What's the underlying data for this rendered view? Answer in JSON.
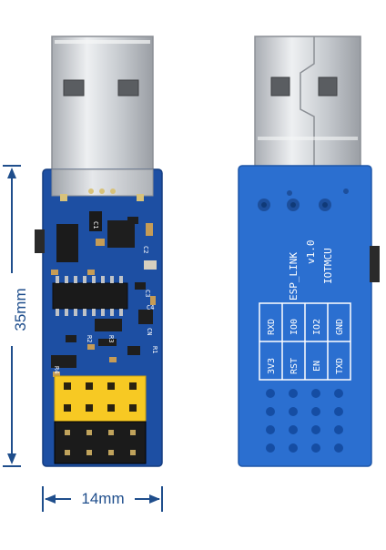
{
  "dimensions": {
    "height": "35mm",
    "width": "14mm"
  },
  "front_board": {
    "silkscreen": [
      "C1",
      "C2",
      "C3",
      "C4",
      "R1",
      "R2",
      "R3",
      "R4",
      "CN",
      "C3"
    ]
  },
  "back_board": {
    "title_lines": [
      "ESP_LINK",
      "v1.0",
      "IOTMCU"
    ],
    "pin_labels_top": [
      "RXD",
      "IO0",
      "IO2",
      "GND"
    ],
    "pin_labels_bottom": [
      "3V3",
      "RST",
      "EN",
      "TXD"
    ]
  },
  "colors": {
    "pcb_blue": "#1d4fa3",
    "back_pcb_blue": "#2b6fd0",
    "header_yellow": "#f7c923",
    "metal": "#c9ccd1",
    "dimension_blue": "#1f4e8c"
  }
}
